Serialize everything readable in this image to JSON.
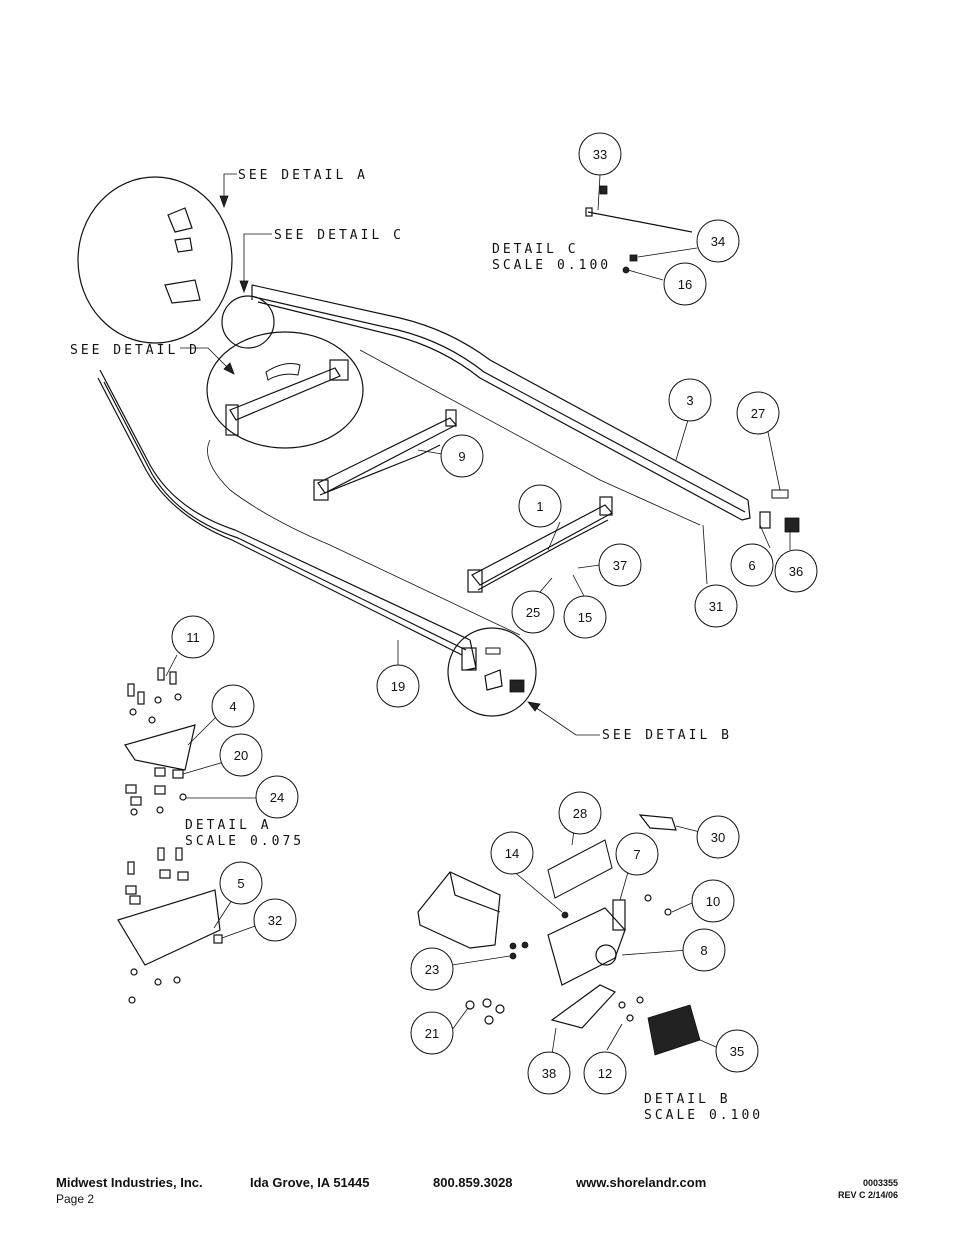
{
  "labels": {
    "see_detail_a": "SEE DETAIL  A",
    "see_detail_b": "SEE DETAIL  B",
    "see_detail_c": "SEE DETAIL  C",
    "see_detail_d": "SEE DETAIL  D",
    "detail_a_title": "DETAIL  A",
    "detail_a_scale": "SCALE  0.075",
    "detail_b_title": "DETAIL  B",
    "detail_b_scale": "SCALE  0.100",
    "detail_c_title": "DETAIL  C",
    "detail_c_scale": "SCALE  0.100"
  },
  "callouts": [
    "33",
    "34",
    "16",
    "3",
    "27",
    "9",
    "1",
    "37",
    "25",
    "15",
    "6",
    "36",
    "31",
    "19",
    "11",
    "4",
    "20",
    "24",
    "5",
    "32",
    "28",
    "30",
    "14",
    "7",
    "10",
    "8",
    "23",
    "21",
    "38",
    "12",
    "35"
  ],
  "footer": {
    "company": "Midwest Industries, Inc.",
    "city": "Ida Grove, IA  51445",
    "phone": "800.859.3028",
    "website": "www.shorelandr.com",
    "page": "Page 2",
    "doc_number": "0003355",
    "revision": "REV C  2/14/06"
  }
}
